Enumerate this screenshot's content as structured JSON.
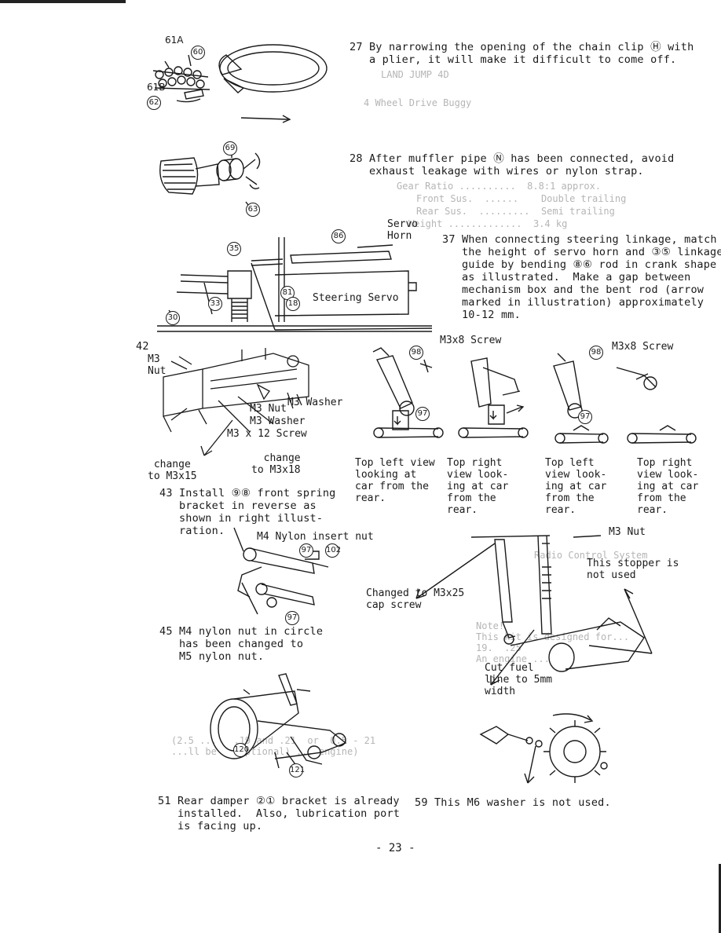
{
  "steps": {
    "s27": "27 By narrowing the opening of the chain clip Ⓗ with\n   a plier, it will make it difficult to come off.",
    "s28": "28 After muffler pipe Ⓝ has been connected, avoid\n   exhaust leakage with wires or nylon strap.",
    "s37": "37 When connecting steering linkage, match\n   the height of servo horn and ③⑤ linkage\n   guide by bending ⑧⑥ rod in crank shape\n   as illustrated.  Make a gap between\n   mechanism box and the bent rod (arrow\n   marked in illustration) approximately\n   10-12 mm.",
    "s42_num": "42",
    "s43": "43 Install ⑨⑧ front spring\n   bracket in reverse as\n   shown in right illust-\n   ration.",
    "s45": "45 M4 nylon nut in circle\n   has been changed to\n   M5 nylon nut.",
    "s51": "51 Rear damper ②① bracket is already\n   installed.  Also, lubrication port\n   is facing up.",
    "s59": "59 This M6 washer is not used."
  },
  "labels": {
    "servo_horn": "Servo\nHorn",
    "steering_servo": "Steering Servo",
    "m3_nut_42": "M3\nNut",
    "m3_washer_top": "M3 Washer",
    "m3_nut_mid": "M3 Nut",
    "m3_washer_mid": "M3 Washer",
    "m3x12": "M3 x 12 Screw",
    "change_left": "change\nto M3x15",
    "change_right": "change\nto M3x18",
    "m3x8_screw_1": "M3x8 Screw",
    "m3x8_screw_2": "M3x8 Screw",
    "top_left_view_1": "Top left view\nlooking at\ncar from the\nrear.",
    "top_right_view_1": "Top right\nview look-\ning at car\nfrom the\nrear.",
    "top_left_view_2": "Top left\nview look-\ning at car\nfrom the\nrear.",
    "top_right_view_2": "Top right\nview look-\ning at car\nfrom the\nrear.",
    "m4_nylon_insert_nut": "M4 Nylon insert nut",
    "m3_nut_damper": "M3 Nut",
    "stopper": "This stopper is\nnot used",
    "changed_m3x25": "Changed to M3x25\ncap screw",
    "cut_fuel_line": "Cut fuel\nline to 5mm\nwidth"
  },
  "parts": {
    "p61a": "61A",
    "p61b": "61B",
    "p60": "60",
    "p62": "62",
    "p69": "69",
    "p63": "63",
    "p86": "86",
    "p35": "35",
    "p33": "33",
    "p30": "30",
    "p81": "81",
    "p18": "18",
    "p98a": "98",
    "p97a": "97",
    "p98b": "98",
    "p97b": "97",
    "p102": "102",
    "p97c": "97",
    "p97d": "97",
    "p120": "120",
    "p121": "121"
  },
  "page_number": "- 23 -",
  "bleed_through": {
    "a": "LAND JUMP 4D",
    "b": "4 Wheel Drive Buggy",
    "c": "Gear Ratio ..........  8.8:1 approx.",
    "d": "Front Sus.  ......    Double trailing",
    "e": "Rear Sus.  .........  Semi trailing",
    "f": "Weight .............  3.4 kg",
    "g": "Note!\nThis kit is designed for...\n19.  .25\nAn engine ...",
    "h": "Radio Control System",
    "i": "(2.5 ...   .19 and .21  or  0.5 - 21\n...ll be   (optional) ... engine)"
  }
}
